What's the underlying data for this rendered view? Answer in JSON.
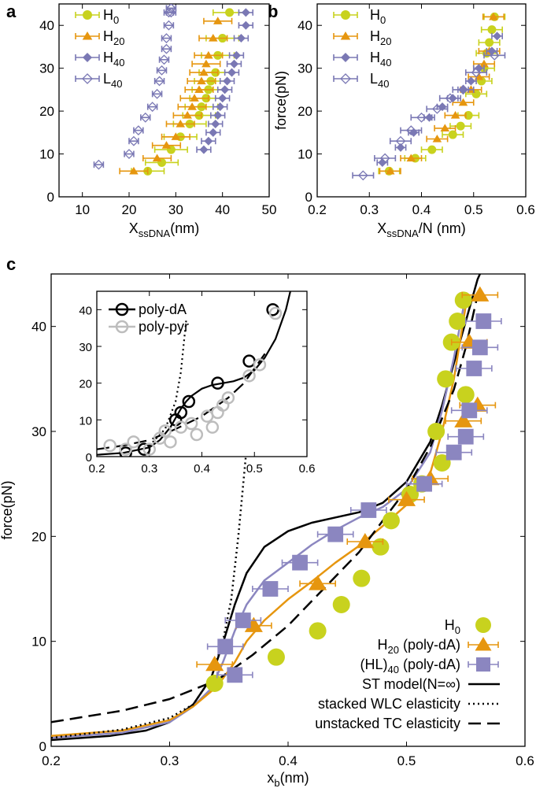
{
  "colors": {
    "H0": "#c8d21e",
    "H20": "#e6960f",
    "H40": "#7a78b4",
    "L40": "#7a78b4",
    "HL40": "#8b86c0",
    "ST": "#000000",
    "polydA": "#000000",
    "polypyr": "#bdbdbd"
  },
  "chart_data": [
    {
      "panel": "a",
      "type": "scatter",
      "xlabel": "X_ssDNA(nm)",
      "ylabel": "",
      "xlim": [
        5,
        50
      ],
      "ylim": [
        0,
        45
      ],
      "xticks": [
        "10",
        "20",
        "30",
        "40",
        "50"
      ],
      "yticks": [
        "0",
        "10",
        "20",
        "30",
        "40"
      ],
      "legend_position": "top-left",
      "series": [
        {
          "key": "H0",
          "label_base": "H",
          "label_sub": "0",
          "marker": "circle",
          "xerr": 3.5,
          "x": [
            24,
            27,
            29,
            31,
            33,
            35,
            35.5,
            36.5,
            37,
            37.5,
            38.5,
            39,
            40,
            41.5
          ],
          "y": [
            6,
            8,
            11,
            14,
            17,
            19,
            21,
            23,
            25,
            27,
            29,
            33,
            37,
            43
          ]
        },
        {
          "key": "H20",
          "label_base": "H",
          "label_sub": "20",
          "marker": "triangle",
          "xerr": 3,
          "x": [
            21,
            26,
            28,
            30,
            31,
            32.5,
            33.5,
            34,
            35,
            35.5,
            36,
            36.5,
            37,
            38,
            39
          ],
          "y": [
            6,
            9,
            12,
            14,
            17,
            19,
            21,
            23,
            25,
            27,
            29,
            31,
            33,
            37,
            41
          ]
        },
        {
          "key": "H40",
          "label_base": "H",
          "label_sub": "40",
          "marker": "diamond",
          "xerr": 1.5,
          "x": [
            36,
            37,
            38,
            38.5,
            39,
            39.5,
            40,
            40.5,
            41,
            42,
            42.5,
            43,
            44,
            45,
            45
          ],
          "y": [
            11,
            13,
            15,
            17,
            19,
            21,
            23,
            25,
            27,
            29,
            31,
            33,
            37,
            40,
            43
          ]
        },
        {
          "key": "L40",
          "label_base": "L",
          "label_sub": "40",
          "marker": "diamond-open",
          "xerr": 1,
          "x": [
            13.5,
            20,
            21,
            22,
            23.5,
            25,
            26,
            26.5,
            27,
            27.5,
            28,
            28,
            28.5,
            28.5,
            29,
            29,
            29
          ],
          "y": [
            7.5,
            10,
            13,
            15.5,
            18.5,
            21,
            24,
            27,
            29.5,
            32,
            34.5,
            37,
            40,
            43,
            43,
            44,
            44
          ]
        }
      ]
    },
    {
      "panel": "b",
      "type": "scatter",
      "xlabel": "X_ssDNA/N (nm)",
      "ylabel": "force(pN)",
      "xlim": [
        0.2,
        0.6
      ],
      "ylim": [
        0,
        45
      ],
      "xticks": [
        "0.2",
        "0.3",
        "0.4",
        "0.5",
        "0.6"
      ],
      "yticks": [
        "0",
        "10",
        "20",
        "30",
        "40"
      ],
      "legend_position": "top-left",
      "series": [
        {
          "key": "H0",
          "label_base": "H",
          "label_sub": "0",
          "marker": "circle",
          "xerr": 0.02,
          "x": [
            0.338,
            0.388,
            0.42,
            0.46,
            0.475,
            0.49,
            0.505,
            0.515,
            0.52,
            0.525,
            0.53,
            0.535,
            0.54
          ],
          "y": [
            6,
            9,
            11,
            14.5,
            16.5,
            19,
            24,
            27,
            30,
            33.5,
            36,
            39,
            42
          ]
        },
        {
          "key": "H20",
          "label_base": "H",
          "label_sub": "20",
          "marker": "triangle",
          "xerr": 0.02,
          "x": [
            0.34,
            0.38,
            0.43,
            0.445,
            0.465,
            0.48,
            0.495,
            0.51,
            0.52,
            0.53,
            0.538
          ],
          "y": [
            6,
            9,
            13.5,
            16,
            19,
            22,
            25,
            28,
            31,
            34,
            42
          ]
        },
        {
          "key": "H40",
          "label_base": "H",
          "label_sub": "40",
          "marker": "diamond",
          "xerr": 0.01,
          "x": [
            0.325,
            0.36,
            0.385,
            0.415,
            0.44,
            0.46,
            0.48,
            0.495,
            0.51,
            0.535,
            0.545
          ],
          "y": [
            8,
            11.5,
            15,
            18.5,
            21,
            23,
            25,
            27,
            30,
            34,
            37.5
          ]
        },
        {
          "key": "L40",
          "label_base": "L",
          "label_sub": "40",
          "marker": "diamond-open",
          "xerr": 0.02,
          "x": [
            0.288,
            0.33,
            0.36,
            0.38,
            0.4,
            0.43,
            0.455,
            0.48,
            0.505,
            0.54
          ],
          "y": [
            5,
            9,
            13,
            15.5,
            18.5,
            20.5,
            23,
            25,
            29,
            33
          ]
        }
      ]
    },
    {
      "panel": "c",
      "type": "line+scatter",
      "xlabel": "x_b(nm)",
      "ylabel": "force(pN)",
      "xlim": [
        0.2,
        0.6
      ],
      "ylim": [
        0,
        45
      ],
      "xticks": [
        "0.2",
        "0.3",
        "0.4",
        "0.5",
        "0.6"
      ],
      "yticks": [
        "0",
        "10",
        "20",
        "30",
        "40"
      ],
      "legend_position": "bottom-right",
      "series": [
        {
          "key": "H0",
          "label_base": "H",
          "label_sub": "0",
          "label_tail": "",
          "marker": "circle",
          "xerr": 0,
          "x": [
            0.338,
            0.39,
            0.425,
            0.445,
            0.462,
            0.478,
            0.487,
            0.503,
            0.513,
            0.53,
            0.525,
            0.533,
            0.538,
            0.543,
            0.548,
            0.55
          ],
          "y": [
            6,
            8.5,
            11,
            13.5,
            16,
            19,
            21.5,
            24,
            25,
            27,
            30,
            35,
            38.5,
            40.5,
            42.5,
            33.5
          ]
        },
        {
          "key": "H20",
          "label_base": "H",
          "label_sub": "20",
          "label_tail": " (poly-dA)",
          "marker": "triangle",
          "xerr": 0.015,
          "x": [
            0.338,
            0.371,
            0.425,
            0.465,
            0.5,
            0.52,
            0.548,
            0.553,
            0.56,
            0.562
          ],
          "y": [
            7.8,
            11.5,
            15.5,
            19.5,
            23.5,
            25.5,
            31,
            38.5,
            32.5,
            43
          ]
        },
        {
          "key": "HL40",
          "label_base": "(HL)",
          "label_sub": "40",
          "label_tail": " (poly-dA)",
          "marker": "square",
          "xerr": 0.015,
          "x": [
            0.355,
            0.347,
            0.362,
            0.385,
            0.41,
            0.44,
            0.468,
            0.515,
            0.54,
            0.55,
            0.553,
            0.557,
            0.562,
            0.565
          ],
          "y": [
            6.8,
            9.5,
            12,
            15,
            17.5,
            20.2,
            22.5,
            25,
            28,
            29.5,
            32,
            36,
            38,
            40.5
          ]
        }
      ],
      "curves": [
        {
          "key": "ST",
          "label": "ST model(N=∞)",
          "style": "solid",
          "color": "#000000",
          "x": [
            0.2,
            0.25,
            0.28,
            0.3,
            0.32,
            0.335,
            0.345,
            0.355,
            0.365,
            0.38,
            0.4,
            0.42,
            0.44,
            0.46,
            0.48,
            0.5,
            0.52,
            0.53,
            0.54,
            0.55,
            0.56,
            0.57
          ],
          "y": [
            0.6,
            1,
            1.5,
            2.3,
            4,
            6.5,
            9.8,
            13.5,
            16.5,
            19,
            20.5,
            21.3,
            21.8,
            22.3,
            23.2,
            25.2,
            29,
            32.5,
            36.5,
            40.5,
            44.5,
            47
          ]
        },
        {
          "key": "HL40fit",
          "label": "",
          "style": "solid",
          "color": "#8b86c0",
          "x": [
            0.2,
            0.26,
            0.3,
            0.32,
            0.335,
            0.345,
            0.355,
            0.365,
            0.38,
            0.4,
            0.42,
            0.44,
            0.46,
            0.48,
            0.5,
            0.52,
            0.53,
            0.54,
            0.55
          ],
          "y": [
            0.8,
            1.3,
            2.3,
            3.8,
            5.5,
            8,
            11,
            13.5,
            15.8,
            17.5,
            19.2,
            20.6,
            21.8,
            22.8,
            24.5,
            28,
            32,
            37,
            43
          ]
        },
        {
          "key": "H20fit",
          "label": "",
          "style": "solid",
          "color": "#e6960f",
          "x": [
            0.2,
            0.26,
            0.3,
            0.32,
            0.34,
            0.355,
            0.365,
            0.38,
            0.4,
            0.42,
            0.44,
            0.46,
            0.48,
            0.5,
            0.52,
            0.53,
            0.54,
            0.55
          ],
          "y": [
            1,
            1.5,
            2.5,
            3.8,
            5.7,
            8,
            10,
            12,
            14,
            15.7,
            17.5,
            19.1,
            21,
            23,
            26,
            30,
            35,
            42
          ]
        },
        {
          "key": "WLC",
          "label": "stacked WLC elasticity",
          "style": "dotted",
          "color": "#000000",
          "x": [
            0.2,
            0.26,
            0.3,
            0.32,
            0.335,
            0.345,
            0.352,
            0.358,
            0.363,
            0.368
          ],
          "y": [
            0.8,
            1.6,
            2.7,
            4,
            6.5,
            10,
            14,
            20,
            26,
            32
          ]
        },
        {
          "key": "TC",
          "label": "unstacked TC elasticity",
          "style": "dashed",
          "color": "#000000",
          "x": [
            0.2,
            0.26,
            0.3,
            0.34,
            0.37,
            0.4,
            0.43,
            0.46,
            0.48,
            0.5,
            0.52,
            0.54,
            0.55,
            0.56
          ],
          "y": [
            2.3,
            3.4,
            4.5,
            6.3,
            8.7,
            11.5,
            15,
            18.5,
            21.5,
            24.5,
            28.5,
            34,
            38,
            43
          ]
        }
      ]
    },
    {
      "panel": "c-inset",
      "type": "line+scatter",
      "xlabel": "",
      "ylabel": "",
      "xlim": [
        0.2,
        0.6
      ],
      "ylim": [
        0,
        45
      ],
      "xticks": [
        "0.2",
        "0.3",
        "0.4",
        "0.5",
        "0.6"
      ],
      "yticks": [
        "0",
        "10",
        "20",
        "30",
        "40"
      ],
      "legend_position": "top-left",
      "series": [
        {
          "key": "polydA",
          "label": "poly-dA",
          "marker": "circle-open",
          "color": "#000000",
          "x": [
            0.255,
            0.29,
            0.35,
            0.36,
            0.375,
            0.43,
            0.49,
            0.535
          ],
          "y": [
            1,
            2,
            10,
            12,
            15,
            20,
            26,
            40
          ]
        },
        {
          "key": "polypyr",
          "label": "poly-pyr",
          "marker": "circle-open",
          "color": "#bdbdbd",
          "x": [
            0.225,
            0.255,
            0.27,
            0.3,
            0.32,
            0.33,
            0.34,
            0.36,
            0.38,
            0.39,
            0.41,
            0.42,
            0.43,
            0.44,
            0.45,
            0.49,
            0.51,
            0.54
          ],
          "y": [
            3,
            2,
            4,
            2,
            5,
            7,
            4,
            8,
            9,
            6,
            11,
            8,
            12,
            14,
            16,
            22,
            25,
            39
          ]
        }
      ],
      "curves": [
        {
          "key": "insetST",
          "style": "solid",
          "color": "#000000",
          "x": [
            0.2,
            0.25,
            0.3,
            0.32,
            0.34,
            0.35,
            0.36,
            0.37,
            0.38,
            0.4,
            0.42,
            0.44,
            0.46,
            0.48,
            0.5,
            0.52,
            0.54,
            0.56,
            0.57
          ],
          "y": [
            0.5,
            1,
            2.5,
            4.5,
            8,
            10.5,
            13,
            15,
            16.5,
            18.5,
            19.5,
            20,
            20.5,
            21.5,
            23.5,
            27,
            32,
            40,
            46
          ]
        },
        {
          "key": "insetWLC",
          "style": "dotted",
          "color": "#000000",
          "x": [
            0.3,
            0.33,
            0.35,
            0.36,
            0.365,
            0.37
          ],
          "y": [
            3,
            7.5,
            15,
            23,
            30,
            37
          ]
        },
        {
          "key": "insetTC",
          "style": "dashed",
          "color": "#000000",
          "x": [
            0.2,
            0.25,
            0.3,
            0.35,
            0.4,
            0.45,
            0.48,
            0.5,
            0.52
          ],
          "y": [
            2,
            3,
            4.5,
            7.5,
            11,
            16,
            20,
            24,
            28
          ]
        }
      ]
    }
  ],
  "panel_labels": {
    "a": "a",
    "b": "b",
    "c": "c"
  },
  "inset_legend": [
    "poly-dA",
    "poly-pyr"
  ]
}
